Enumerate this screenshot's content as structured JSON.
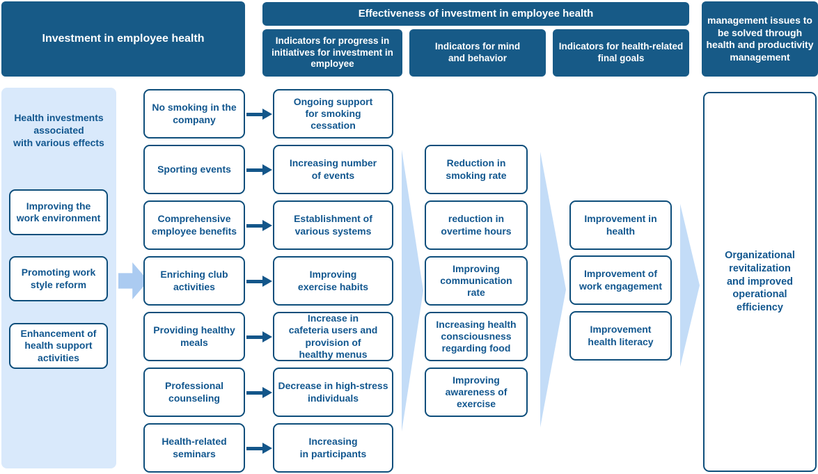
{
  "colors": {
    "header_bg": "#175a87",
    "box_border": "#0e4e7b",
    "box_text": "#12578f",
    "panel_bg": "#d9e9fb",
    "chevron": "#c3dcf7",
    "block_arrow": "#abcbf1",
    "arrow": "#13568a"
  },
  "headers": {
    "investment": "Investment in employee health",
    "effectiveness": "Effectiveness of investment in employee health",
    "sub_progress": "Indicators for progress in\ninitiatives for investment in\nemployee",
    "sub_mind": "Indicators for mind\nand behavior",
    "sub_goals": "Indicators for health-related\nfinal goals",
    "management": "management issues to\nbe solved through\nhealth and productivity\nmanagement"
  },
  "left_panel": {
    "caption": "Health investments\nassociated\nwith various effects",
    "items": [
      "Improving the\nwork environment",
      "Promoting work\nstyle reform",
      "Enhancement of\nhealth support\nactivities"
    ]
  },
  "initiatives": [
    "No smoking in the\ncompany",
    "Sporting events",
    "Comprehensive\nemployee benefits",
    "Enriching club\nactivities",
    "Providing healthy\nmeals",
    "Professional\ncounseling",
    "Health-related\nseminars"
  ],
  "progress": [
    "Ongoing support\nfor smoking\ncessation",
    "Increasing number\nof events",
    "Establishment of\nvarious systems",
    "Improving\nexercise habits",
    "Increase in\ncafeteria users and\nprovision of\nhealthy menus",
    "Decrease in high-stress\nindividuals",
    "Increasing\nin participants"
  ],
  "mind_behavior": [
    "Reduction in\nsmoking rate",
    "reduction in\novertime hours",
    "Improving\ncommunication\nrate",
    "Increasing health\nconsciousness\nregarding food",
    "Improving\nawareness of\nexercise"
  ],
  "final_goals": [
    "Improvement in\nhealth",
    "Improvement of\nwork engagement",
    "Improvement\nhealth literacy"
  ],
  "outcome": "Organizational\nrevitalization\nand improved\noperational\nefficiency"
}
